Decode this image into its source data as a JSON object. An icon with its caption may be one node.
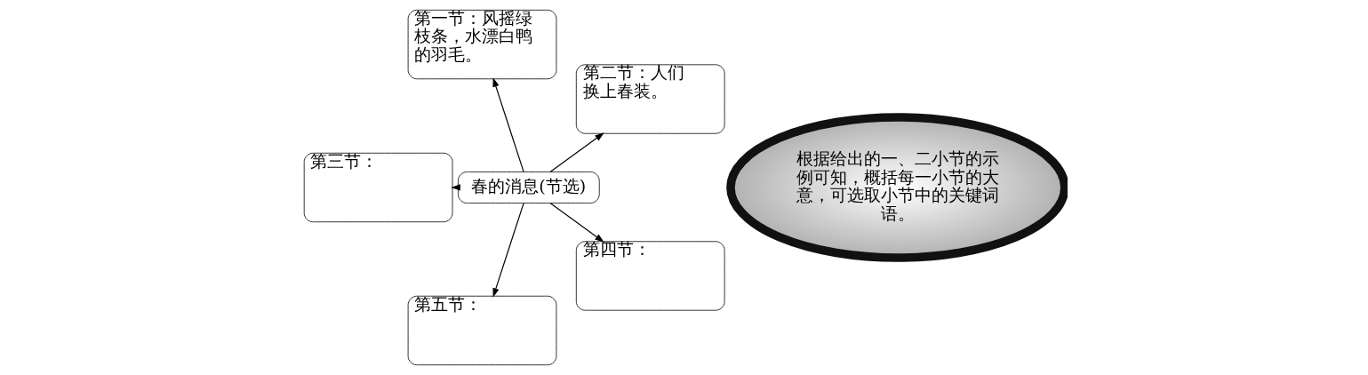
{
  "diagram": {
    "nodes": [
      {
        "text": [
          "春的消息(节选)"
        ]
      },
      {
        "text": [
          "第一节：风摇绿枝条，水漂白鸭的羽毛。"
        ]
      },
      {
        "text": [
          "第二节：人们换上春装。"
        ]
      },
      {
        "text": [
          "第三节："
        ]
      },
      {
        "text": [
          "第四节："
        ]
      },
      {
        "text": [
          "第五节："
        ]
      },
      {
        "text": [
          "根据给出的一、二小节的示例可知，概括每一小节的大意，可选取小节中的关键词语。"
        ]
      }
    ],
    "edges": [
      {
        "from": 0,
        "to": 1,
        "arrow": "to"
      },
      {
        "from": 0,
        "to": 2,
        "arrow": "to"
      },
      {
        "from": 0,
        "to": 3,
        "arrow": "to"
      },
      {
        "from": 0,
        "to": 4,
        "arrow": "to"
      },
      {
        "from": 0,
        "to": 5,
        "arrow": "to"
      }
    ]
  }
}
